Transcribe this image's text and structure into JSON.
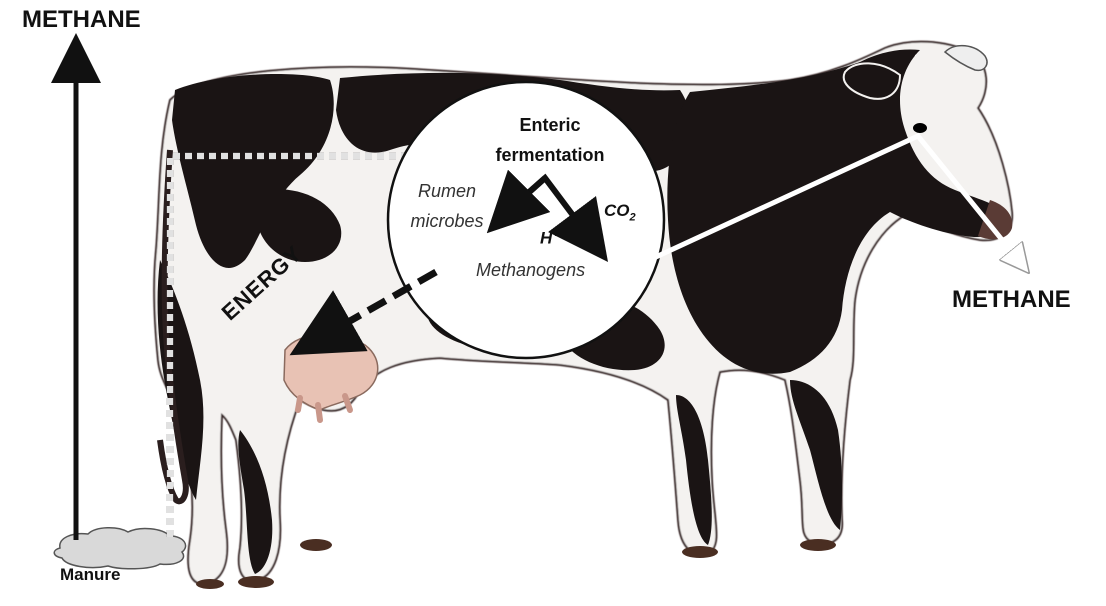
{
  "labels": {
    "methane_top": "METHANE",
    "methane_right": "METHANE",
    "manure": "Manure",
    "enteric_line1": "Enteric",
    "enteric_line2": "fermentation",
    "rumen_line1": "Rumen",
    "rumen_line2": "microbes",
    "methanogens": "Methanogens",
    "h_plus_base": "H",
    "h_plus_sup": "+",
    "co2_base": "CO",
    "co2_sub": "2",
    "energy": "ENERGY"
  },
  "colors": {
    "cow_black": "#1a1414",
    "cow_white": "#f4f2f0",
    "arrow": "#111111",
    "manure_fill": "#d9d9d9",
    "line_white": "#ffffff"
  },
  "icons": {
    "cow": "cow-illustration",
    "manure": "manure-pile-icon"
  }
}
